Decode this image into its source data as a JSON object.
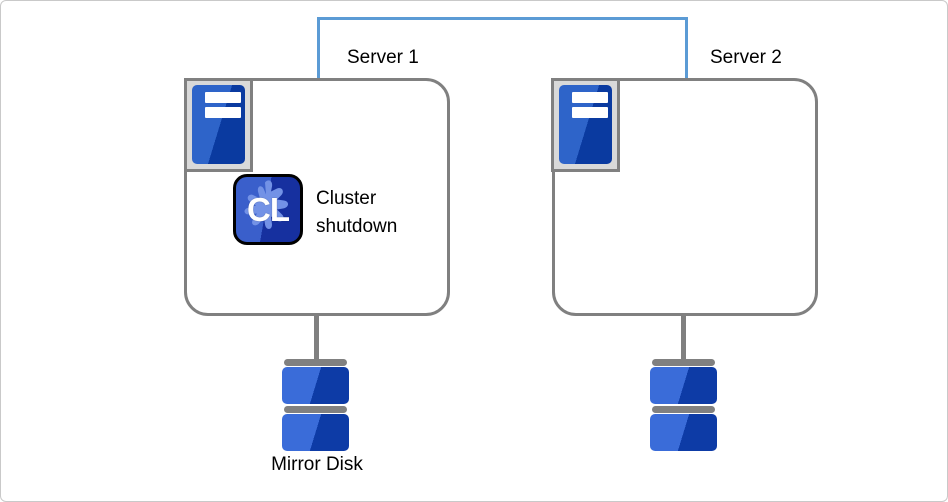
{
  "diagram": {
    "servers": [
      {
        "label": "Server 1"
      },
      {
        "label": "Server 2"
      }
    ],
    "cluster_badge": {
      "text": "CL",
      "caption": "Cluster shutdown"
    },
    "mirror_disk_label": "Mirror Disk",
    "colors": {
      "heartbeat_blue": "#5B9BD5",
      "outline_gray": "#808080",
      "frame_gray": "#D9D9D9",
      "tower_blue_light": "#2E64C9",
      "tower_blue_dark": "#0A3AA0",
      "disk_blue_light": "#3A6CD9",
      "disk_blue_dark": "#0D3BA6",
      "badge_blue_light": "#3A5FCB",
      "badge_blue_dark": "#16309F",
      "gear_light_blue": "#7392E6"
    }
  }
}
